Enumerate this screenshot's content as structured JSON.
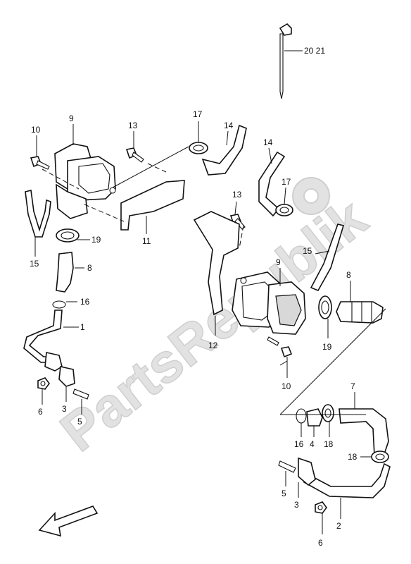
{
  "watermark": {
    "text": "PartsRepublik",
    "gear_icon": "gear-icon"
  },
  "callouts": {
    "c1": "1",
    "c2": "2",
    "c3a": "3",
    "c3b": "3",
    "c4": "4",
    "c5a": "5",
    "c5b": "5",
    "c6a": "6",
    "c6b": "6",
    "c7": "7",
    "c8a": "8",
    "c8b": "8",
    "c9a": "9",
    "c9b": "9",
    "c10a": "10",
    "c10b": "10",
    "c11": "11",
    "c12": "12",
    "c13a": "13",
    "c13b": "13",
    "c14a": "14",
    "c14b": "14",
    "c15a": "15",
    "c15b": "15",
    "c16a": "16",
    "c16b": "16",
    "c17a": "17",
    "c17b": "17",
    "c18a": "18",
    "c18b": "18",
    "c19a": "19",
    "c19b": "19",
    "c2021": "20 21"
  },
  "icons": {
    "direction": "front-direction-arrow-icon"
  }
}
